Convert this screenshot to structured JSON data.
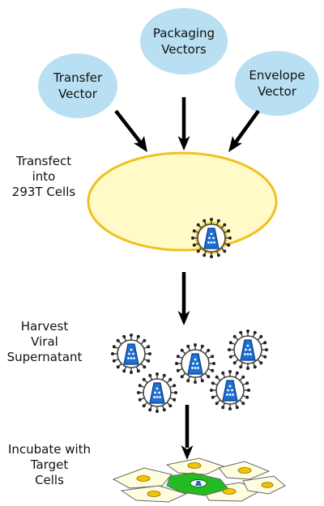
{
  "vectors": [
    {
      "line1": "Transfer",
      "line2": "Vector"
    },
    {
      "line1": "Packaging",
      "line2": "Vectors"
    },
    {
      "line1": "Envelope",
      "line2": "Vector"
    }
  ],
  "steps": {
    "transfect": [
      "Transfect",
      "into",
      "293T Cells"
    ],
    "harvest": [
      "Harvest",
      "Viral",
      "Supernatant"
    ],
    "incubate": [
      "Incubate with",
      "Target",
      "Cells"
    ]
  },
  "colors": {
    "vector_bubble": "#b9dff3",
    "producer_cell_fill": "#fffac8",
    "producer_cell_outline": "#f0c020",
    "virus_capsid": "#1d6fd0",
    "virus_envelope": "#404040",
    "target_cell_fill": "#fffde0",
    "target_nucleus": "#f5c400",
    "transduced_cell": "#22bb22",
    "arrow": "#000000"
  },
  "icons": {
    "virus": "lentivirus-particle-icon",
    "arrow": "down-arrow-icon"
  }
}
